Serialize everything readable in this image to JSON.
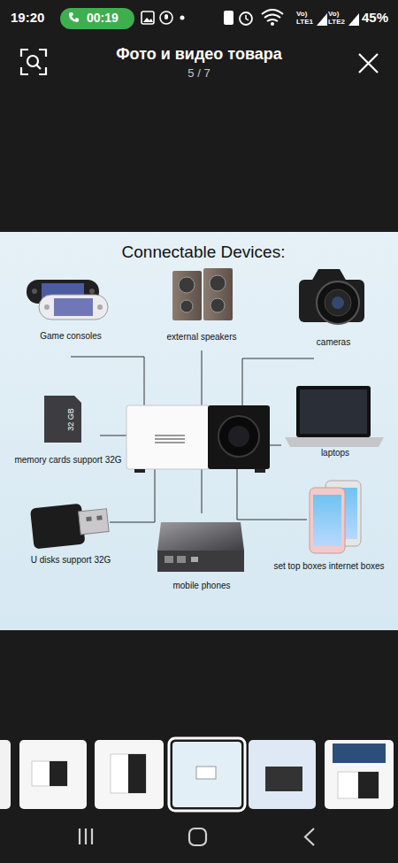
{
  "diagram": {
    "title": "Connectable Devices:",
    "labels": [
      "19:20",
      "00:19",
      "Vo)",
      "LTE1",
      "Vo)",
      "LTE2",
      "45%",
      "Фото и видео товара",
      "5 / 7",
      "Game consoles",
      "external speakers",
      "cameras",
      "memory cards support 32G",
      "laptops",
      "U disks support 32G",
      "mobile phones",
      "set top boxes internet boxes",
      "32 GB"
    ]
  }
}
